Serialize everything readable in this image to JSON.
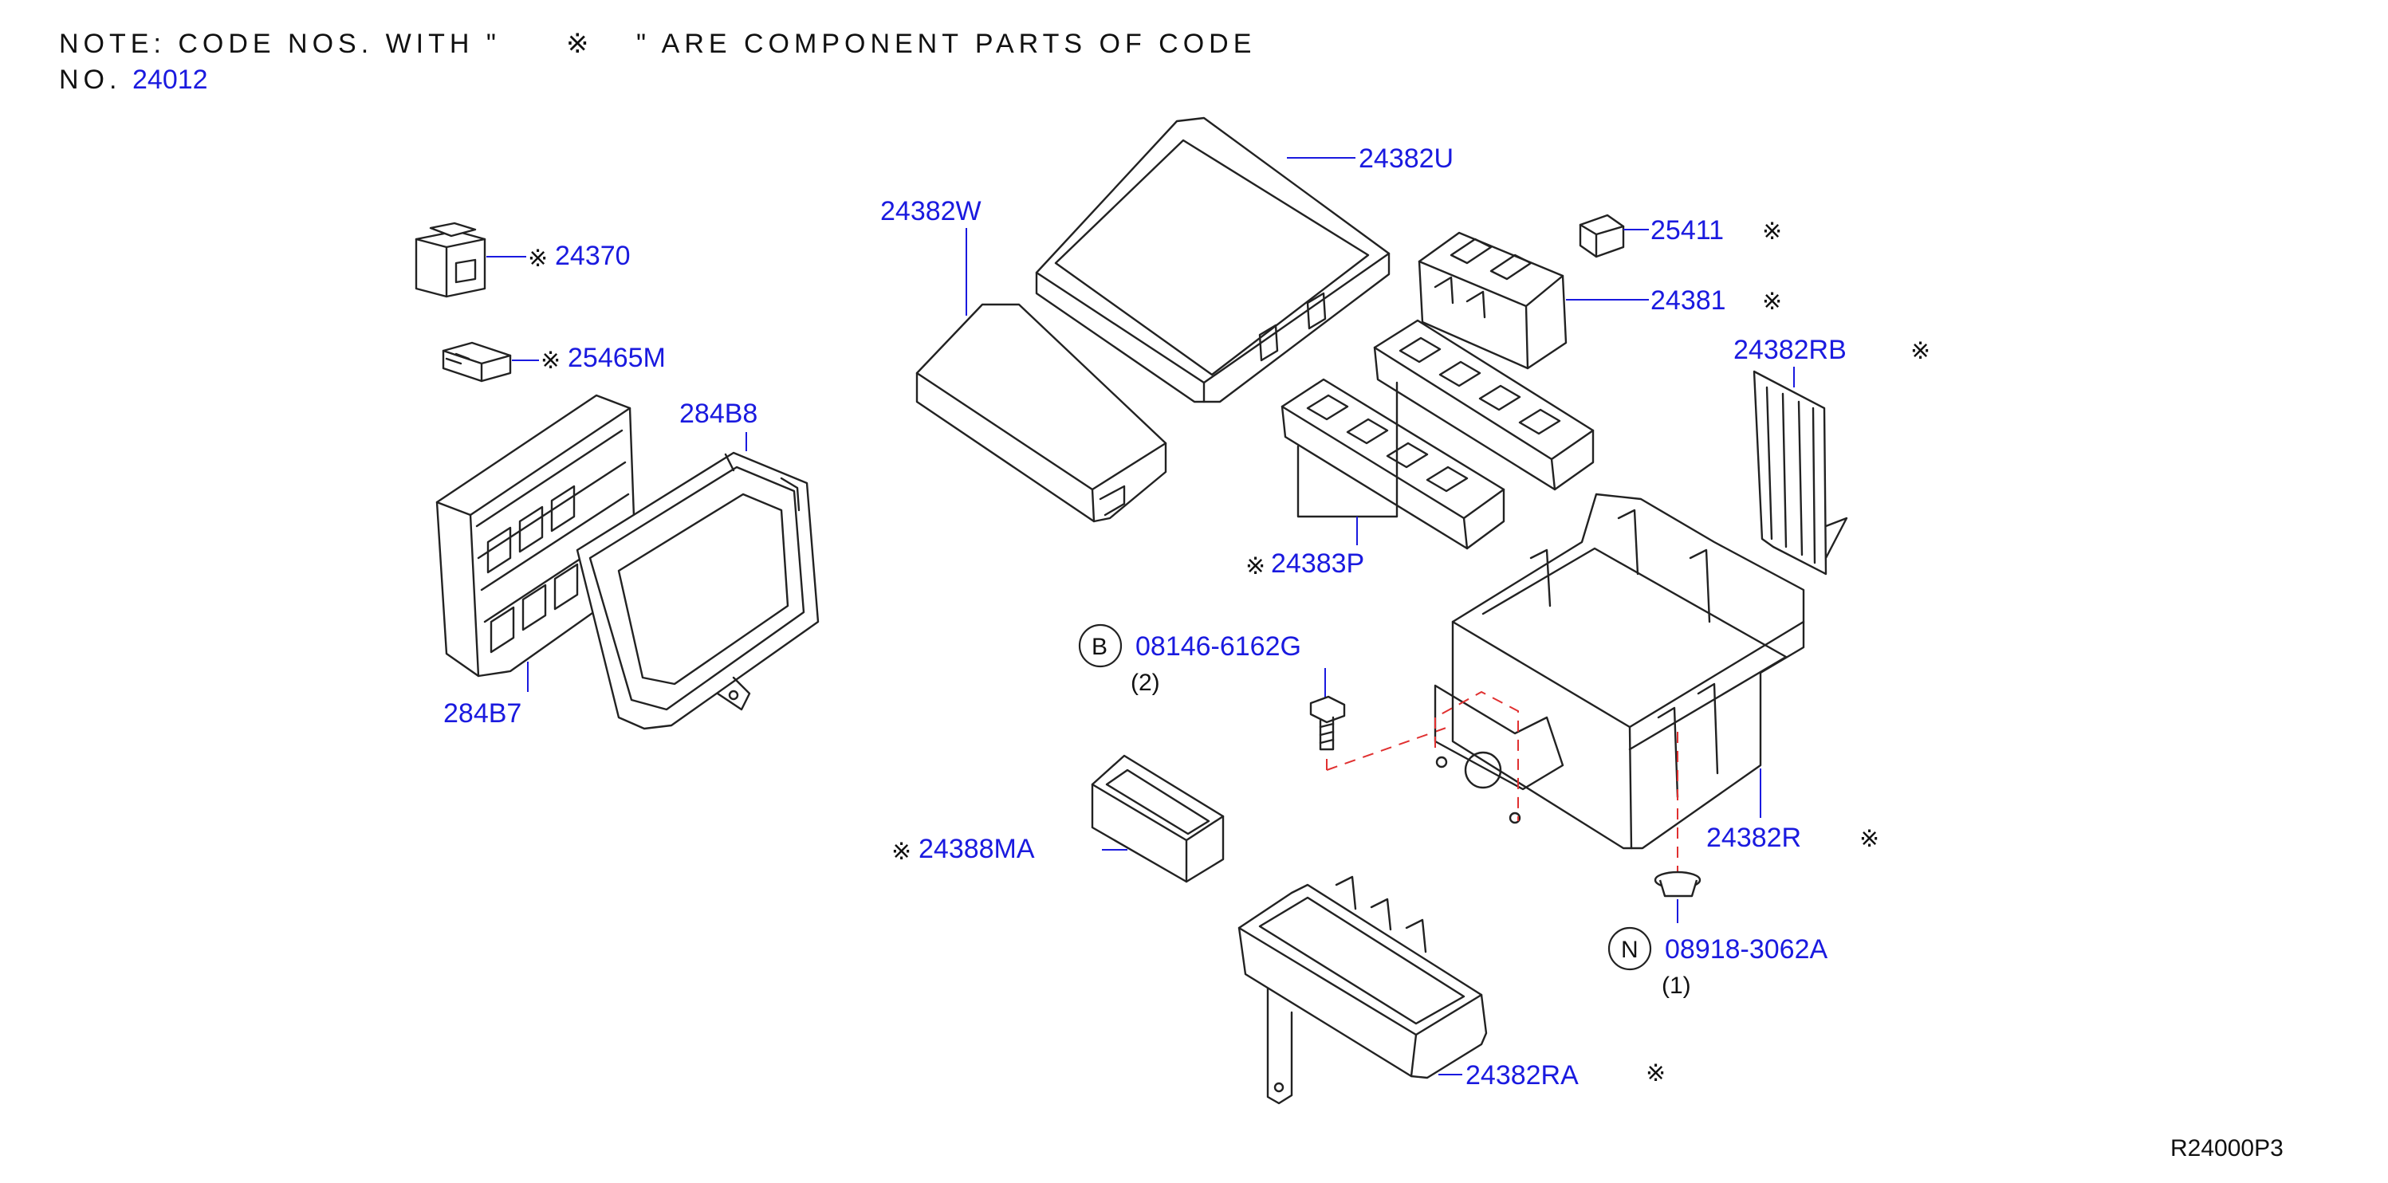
{
  "note": {
    "line1_a": "NOTE:  CODE  NOS.  WITH  \"",
    "line1_mark": "※",
    "line1_b": "\"  ARE  COMPONENT  PARTS  OF  CODE",
    "line2_prefix": "NO.",
    "line2_code": "24012"
  },
  "symbols": {
    "component_mark": "※"
  },
  "callouts": {
    "p24382U": "24382U",
    "p24382W": "24382W",
    "p25411": "25411",
    "p24381": "24381",
    "p24370": "24370",
    "p25465M": "25465M",
    "p284B8": "284B8",
    "p284B7": "284B7",
    "p24382RB": "24382RB",
    "p24383P": "24383P",
    "p08146": "08146-6162G",
    "p08146_qty": "(2)",
    "p08146_badge": "B",
    "p24388MA": "24388MA",
    "p24382R": "24382R",
    "p08918": "08918-3062A",
    "p08918_qty": "(1)",
    "p08918_badge": "N",
    "p24382RA": "24382RA"
  },
  "diagram_id": "R24000P3",
  "colors": {
    "code_link": "#1a1adf",
    "line": "#222222",
    "assembly_dash": "#e03030"
  }
}
